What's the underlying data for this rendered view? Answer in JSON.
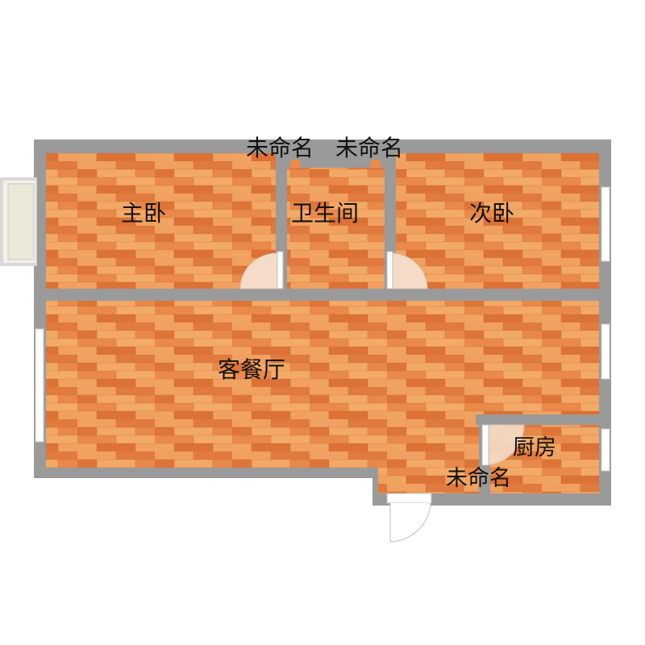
{
  "plan": {
    "top_labels": [
      "未命名",
      "未命名"
    ],
    "rooms": {
      "master_bedroom": "主卧",
      "bathroom": "卫生间",
      "second_bedroom": "次卧",
      "living_dining": "客餐厅",
      "kitchen": "厨房",
      "unnamed_entry": "未命名"
    },
    "colors": {
      "wall": "#9a9a9a",
      "floor_light": "#f2a25e",
      "floor_mid": "#e9894a",
      "floor_dark": "#d9703a",
      "window_frame": "#c8c8c8",
      "door_swing_fill": "#f4dcc8"
    }
  }
}
